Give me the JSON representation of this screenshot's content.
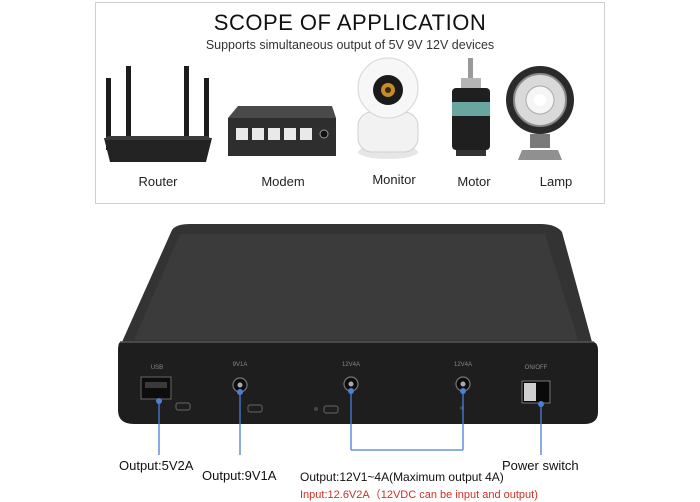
{
  "header": {
    "title": "SCOPE OF APPLICATION",
    "subtitle": "Supports simultaneous output of 5V 9V 12V devices"
  },
  "devices": [
    {
      "label": "Router",
      "icon": "router-icon"
    },
    {
      "label": "Modem",
      "icon": "switch-icon"
    },
    {
      "label": "Monitor",
      "icon": "camera-icon"
    },
    {
      "label": "Motor",
      "icon": "motor-icon"
    },
    {
      "label": "Lamp",
      "icon": "lamp-icon"
    }
  ],
  "panel_labels": {
    "usb": "USB",
    "port1": "9V1A",
    "port2": "12V4A",
    "port3": "12V4A",
    "switch": "ON/OFF"
  },
  "callouts": {
    "usb": "Output:5V2A",
    "port9v": "Output:9V1A",
    "port12v": "Output:12V1~4A(Maximum output 4A)",
    "input": "Input:12.6V2A（12VDC can be input and output)",
    "switch": "Power switch"
  },
  "colors": {
    "callout_line": "#4a7fd6",
    "input_text": "#d03020",
    "device_body": "#2b2b2b"
  }
}
